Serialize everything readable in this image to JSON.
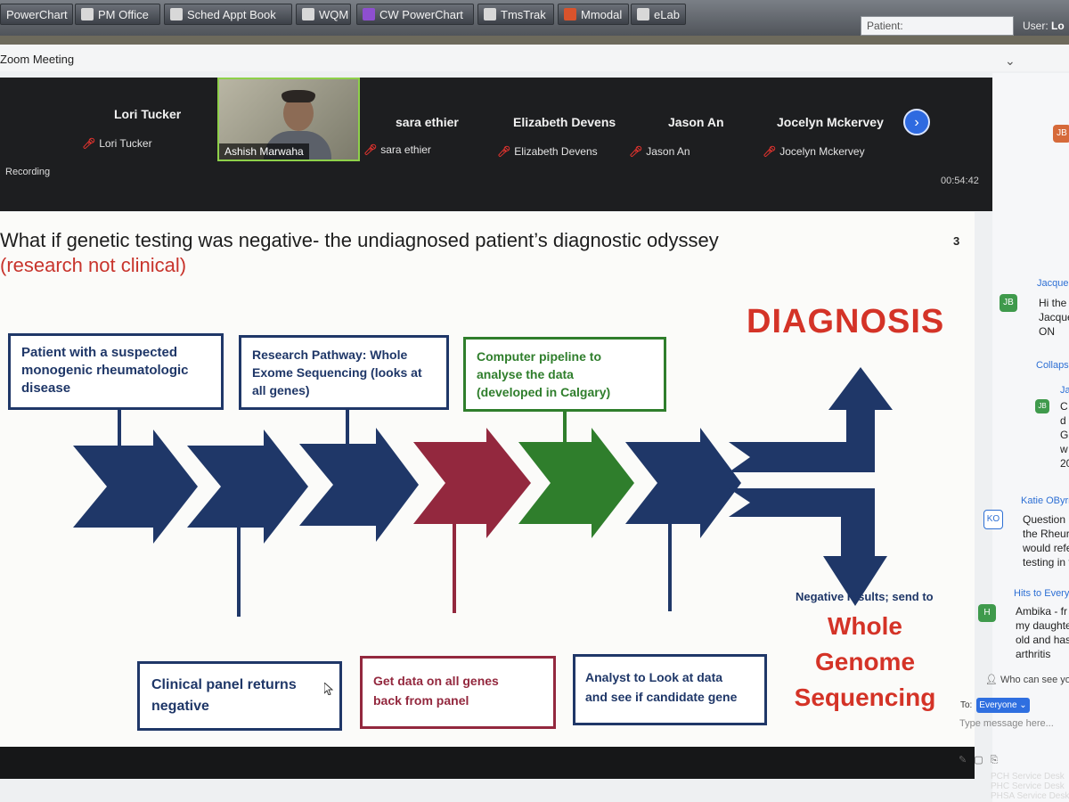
{
  "taskbar": {
    "items": [
      "PowerChart",
      "PM Office",
      "Sched Appt Book",
      "WQM",
      "CW PowerChart",
      "TmsTrak",
      "Mmodal",
      "eLab"
    ],
    "patient_label": "Patient:",
    "user_label": "User:",
    "user_value": "Lo"
  },
  "window": {
    "title": "Zoom Meeting"
  },
  "gallery": {
    "participants": [
      {
        "name": "Lori Tucker",
        "sub": "Lori Tucker"
      },
      {
        "name": "Ashish Marwaha"
      },
      {
        "name": "sara ethier",
        "sub": "sara ethier"
      },
      {
        "name": "Elizabeth Devens",
        "sub": "Elizabeth Devens"
      },
      {
        "name": "Jason An",
        "sub": "Jason An"
      },
      {
        "name": "Jocelyn Mckervey",
        "sub": "Jocelyn Mckervey"
      }
    ],
    "recording": "Recording",
    "timer": "00:54:42"
  },
  "slide": {
    "title": "What if genetic testing was negative- the undiagnosed patient’s diagnostic odyssey",
    "subtitle": "(research not clinical)",
    "number": "3",
    "top_boxes": [
      [
        "Patient with a suspected",
        "monogenic rheumatologic",
        "disease"
      ],
      [
        "Research Pathway: Whole",
        "Exome Sequencing (looks at",
        "all genes)"
      ],
      [
        "Computer pipeline to",
        "analyse the data",
        "(developed in Calgary)"
      ]
    ],
    "bottom_boxes": [
      [
        "Clinical panel returns",
        "negative"
      ],
      [
        "Get data on all genes",
        "back from panel"
      ],
      [
        "Analyst to Look at data",
        "and see if candidate gene"
      ]
    ],
    "diagnosis": "DIAGNOSIS",
    "negative_note": "Negative results; send to",
    "wgs": [
      "Whole",
      "Genome",
      "Sequencing"
    ],
    "colors": {
      "navy": "#1f3768",
      "crimson": "#93283e",
      "green": "#2f7e2c",
      "red": "#d43327"
    }
  },
  "chat": {
    "messages": [
      {
        "initials": "JB",
        "sender": "Jacque",
        "lines": [
          "Hi the",
          "Jacque",
          "ON"
        ]
      },
      {
        "initials": "JB",
        "sender": "Ja",
        "lines": [
          "C",
          "d",
          "G",
          "w",
          "20"
        ]
      },
      {
        "initials": "KO",
        "sender": "Katie OByrn",
        "lines": [
          "Question",
          "the Rheur",
          "would refe",
          "testing in t"
        ]
      },
      {
        "initials": "H",
        "sender": "Hits to Everyo",
        "lines": [
          "Ambika - fr",
          "my daughte",
          "old and has",
          "arthritis"
        ]
      }
    ],
    "collapse_label": "Collaps",
    "who_can_see": "Who can see your m",
    "to_label": "To:",
    "to_value": "Everyone",
    "placeholder": "Type message here...",
    "service_desk": [
      "PCH Service Desk",
      "PHC Service Desk",
      "PHSA Service Desk"
    ]
  }
}
